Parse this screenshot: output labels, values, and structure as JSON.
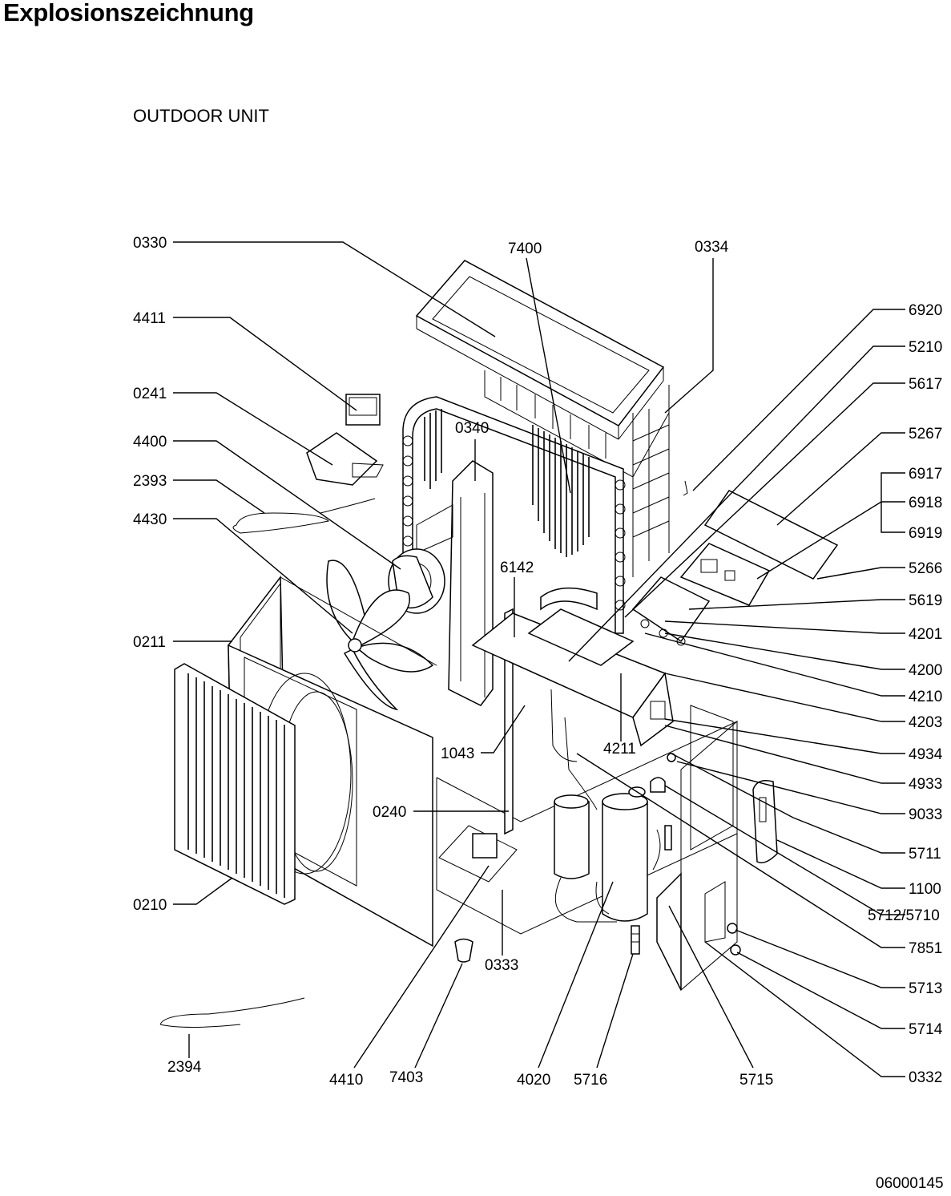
{
  "header": {
    "title": "Explosionszeichnung",
    "subtitle": "OUTDOOR UNIT",
    "document_number": "06000145"
  },
  "callouts": {
    "p0330": "0330",
    "p7400": "7400",
    "p0334": "0334",
    "p4411": "4411",
    "p0241": "0241",
    "p4400": "4400",
    "p2393": "2393",
    "p4430": "4430",
    "p0211": "0211",
    "p0340": "0340",
    "p6142": "6142",
    "p1043": "1043",
    "p4211": "4211",
    "p0240": "0240",
    "p0210": "0210",
    "p0333": "0333",
    "p2394": "2394",
    "p4410": "4410",
    "p7403": "7403",
    "p4020": "4020",
    "p5716": "5716",
    "p5715": "5715",
    "p6920": "6920",
    "p5210": "5210",
    "p5617": "5617",
    "p5267": "5267",
    "p6917": "6917",
    "p6918": "6918",
    "p6919": "6919",
    "p5266": "5266",
    "p5619": "5619",
    "p4201": "4201",
    "p4200": "4200",
    "p4210": "4210",
    "p4203": "4203",
    "p4934": "4934",
    "p4933": "4933",
    "p9033": "9033",
    "p5711": "5711",
    "p1100": "1100",
    "p5712_5710": "5712/5710",
    "p7851": "7851",
    "p5713": "5713",
    "p5714": "5714",
    "p0332": "0332"
  }
}
